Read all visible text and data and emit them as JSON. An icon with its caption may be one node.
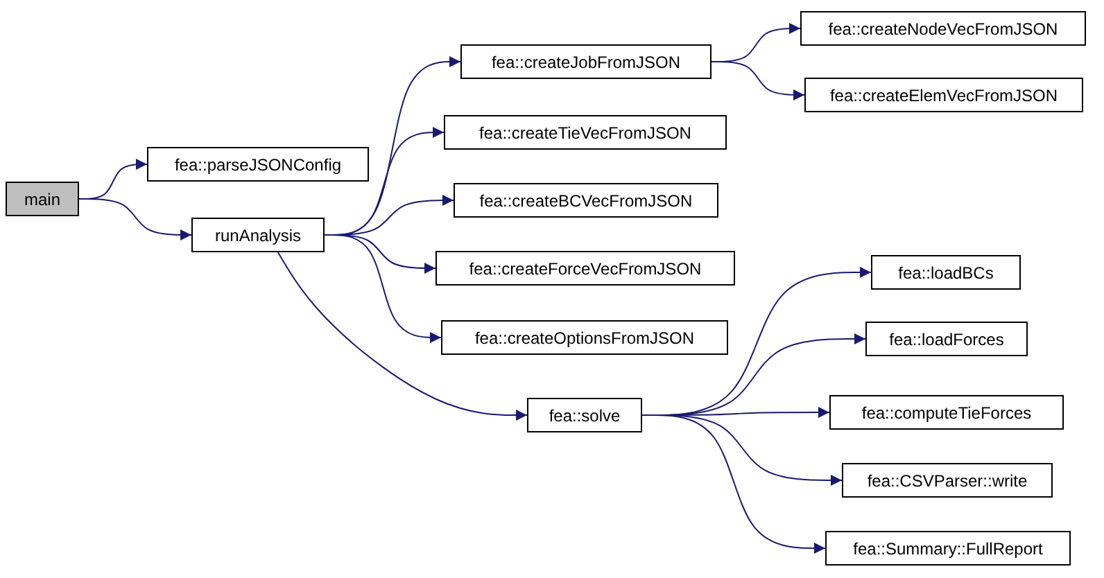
{
  "diagram": {
    "nodes": [
      {
        "text": [
          "main"
        ]
      },
      {
        "text": [
          "fea::parseJSONConfig"
        ]
      },
      {
        "text": [
          "runAnalysis"
        ]
      },
      {
        "text": [
          "fea::createJobFromJSON"
        ]
      },
      {
        "text": [
          "fea::createTieVecFromJSON"
        ]
      },
      {
        "text": [
          "fea::createBCVecFromJSON"
        ]
      },
      {
        "text": [
          "fea::createForceVecFromJSON"
        ]
      },
      {
        "text": [
          "fea::createOptionsFromJSON"
        ]
      },
      {
        "text": [
          "fea::solve"
        ]
      },
      {
        "text": [
          "fea::createNodeVecFromJSON"
        ]
      },
      {
        "text": [
          "fea::createElemVecFromJSON"
        ]
      },
      {
        "text": [
          "fea::loadBCs"
        ]
      },
      {
        "text": [
          "fea::loadForces"
        ]
      },
      {
        "text": [
          "fea::computeTieForces"
        ]
      },
      {
        "text": [
          "fea::CSVParser::write"
        ]
      },
      {
        "text": [
          "fea::Summary::FullReport"
        ]
      }
    ],
    "edges": [
      {
        "from": 0,
        "to": 1,
        "arrow": "to"
      },
      {
        "from": 0,
        "to": 2,
        "arrow": "to"
      },
      {
        "from": 2,
        "to": 3,
        "arrow": "to"
      },
      {
        "from": 2,
        "to": 4,
        "arrow": "to"
      },
      {
        "from": 2,
        "to": 5,
        "arrow": "to"
      },
      {
        "from": 2,
        "to": 6,
        "arrow": "to"
      },
      {
        "from": 2,
        "to": 7,
        "arrow": "to"
      },
      {
        "from": 2,
        "to": 8,
        "arrow": "to"
      },
      {
        "from": 3,
        "to": 9,
        "arrow": "to"
      },
      {
        "from": 3,
        "to": 10,
        "arrow": "to"
      },
      {
        "from": 8,
        "to": 11,
        "arrow": "to"
      },
      {
        "from": 8,
        "to": 12,
        "arrow": "to"
      },
      {
        "from": 8,
        "to": 13,
        "arrow": "to"
      },
      {
        "from": 8,
        "to": 14,
        "arrow": "to"
      },
      {
        "from": 8,
        "to": 15,
        "arrow": "to"
      }
    ]
  }
}
